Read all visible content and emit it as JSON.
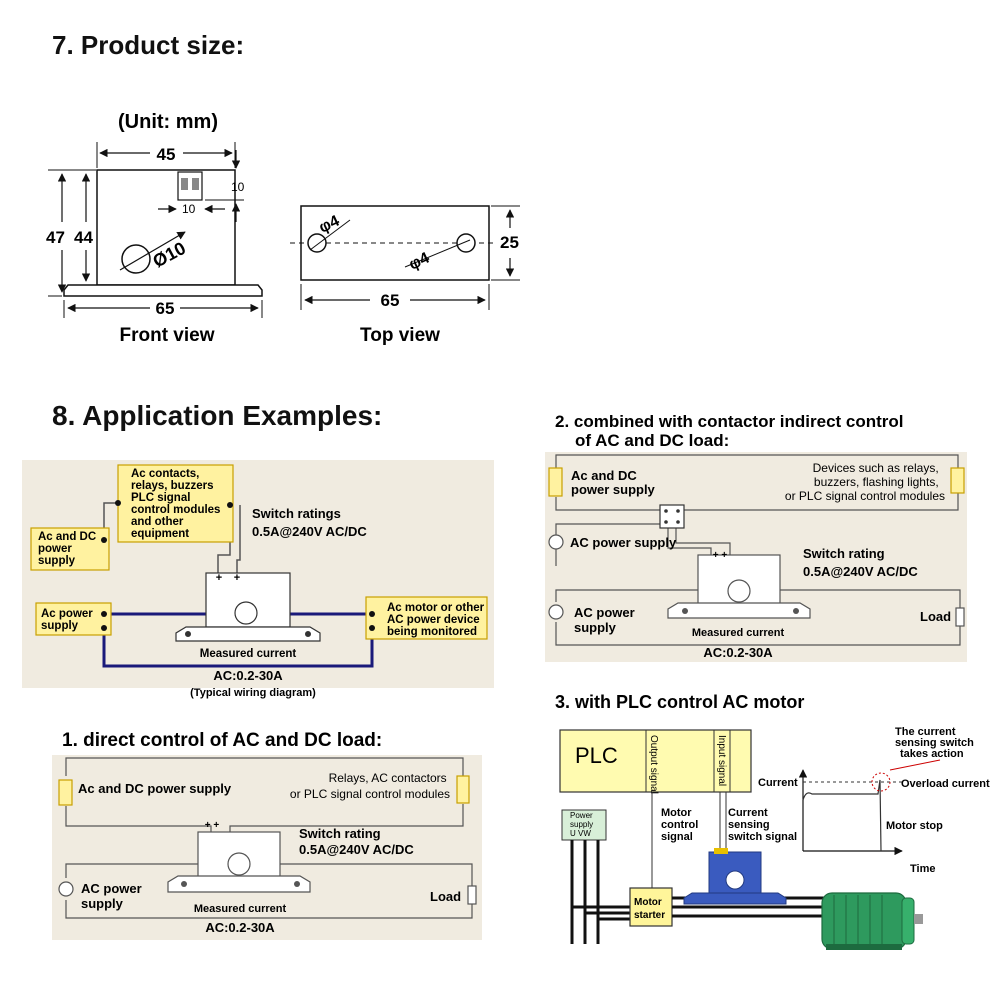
{
  "section7": {
    "title": "7. Product size:",
    "unit": "(Unit: mm)",
    "front": {
      "w45": "45",
      "h47": "47",
      "h44": "44",
      "d10": "Ø10",
      "t10v": "10",
      "t10h": "10",
      "w65": "65",
      "caption": "Front view"
    },
    "top": {
      "phi1": "φ4",
      "phi2": "φ4",
      "h25": "25",
      "w65": "65",
      "caption": "Top view"
    }
  },
  "section8": {
    "title": "8. Application Examples:"
  },
  "typical": {
    "ac_contacts": [
      "Ac contacts,",
      "relays, buzzers",
      "PLC signal",
      "control modules",
      "and other",
      "equipment"
    ],
    "acdc_supply": [
      "Ac and DC",
      "power",
      "supply"
    ],
    "ac_supply": [
      "Ac power",
      "supply"
    ],
    "switch_ratings": [
      "Switch ratings",
      "0.5A@240V AC/DC"
    ],
    "motor": [
      "Ac motor or other",
      "AC power device",
      "being monitored"
    ],
    "measured": "Measured current",
    "range": "AC:0.2-30A",
    "caption": "(Typical wiring diagram)"
  },
  "ex1": {
    "title": "1. direct control of AC and DC load:",
    "supply": "Ac and DC power supply",
    "relays": [
      "Relays, AC contactors",
      "or PLC signal control modules"
    ],
    "switch": [
      "Switch rating",
      "0.5A@240V AC/DC"
    ],
    "ac": [
      "AC power",
      "supply"
    ],
    "load": "Load",
    "measured": "Measured current",
    "range": "AC:0.2-30A"
  },
  "ex2": {
    "title": [
      "2. combined with contactor indirect control",
      "of AC and DC load:"
    ],
    "supply": [
      "Ac and DC",
      "power supply"
    ],
    "devices": [
      "Devices such as relays,",
      "buzzers, flashing lights,",
      "or PLC signal control modules"
    ],
    "ac1": "AC power supply",
    "switch": [
      "Switch rating",
      "0.5A@240V AC/DC"
    ],
    "ac2": [
      "AC power",
      "supply"
    ],
    "load": "Load",
    "measured": "Measured current",
    "range": "AC:0.2-30A"
  },
  "ex3": {
    "title": "3. with PLC control AC motor",
    "plc": "PLC",
    "output": "Output signal",
    "input": "Input signal",
    "motor_control": [
      "Motor",
      "control",
      "signal"
    ],
    "sensing": [
      "Current",
      "sensing",
      "switch signal"
    ],
    "power": [
      "Power",
      "supply",
      "U VW"
    ],
    "starter": [
      "Motor",
      "starter"
    ],
    "annotation": [
      "The current",
      "sensing switch",
      "takes action"
    ],
    "current": "Current",
    "overload": "Overload current",
    "motor_stop": "Motor stop",
    "time": "Time"
  },
  "colors": {
    "box_fill": "#fff2a0",
    "box_stroke": "#c8a000",
    "wire": "#1a1a7a",
    "panel": "#f0ebe0",
    "plc_fill": "#fffbb0",
    "motor": "#2e9a5e",
    "sensor_blue": "#3a5bbf"
  }
}
